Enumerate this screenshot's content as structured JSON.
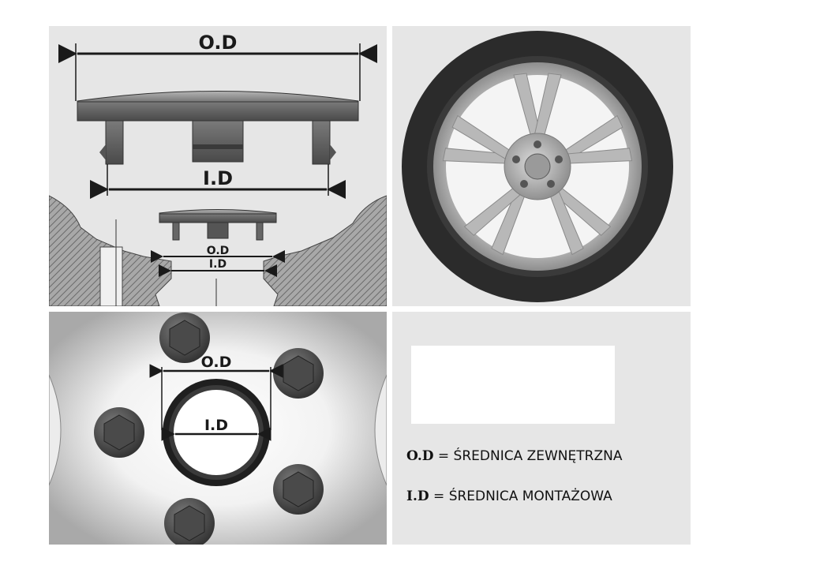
{
  "labels": {
    "od": "O.D",
    "id": "I.D"
  },
  "legend": [
    {
      "abbr": "O.D",
      "sep": "=",
      "text": "ŚREDNICA ZEWNĘTRZNA"
    },
    {
      "abbr": "I.D",
      "sep": "=",
      "text": "ŚREDNICA MONTAŻOWA"
    }
  ],
  "colors": {
    "panel_bg": "#e6e6e6",
    "cap_dark": "#555555",
    "tire": "#2b2b2b",
    "rim": "#bdbdbd"
  }
}
